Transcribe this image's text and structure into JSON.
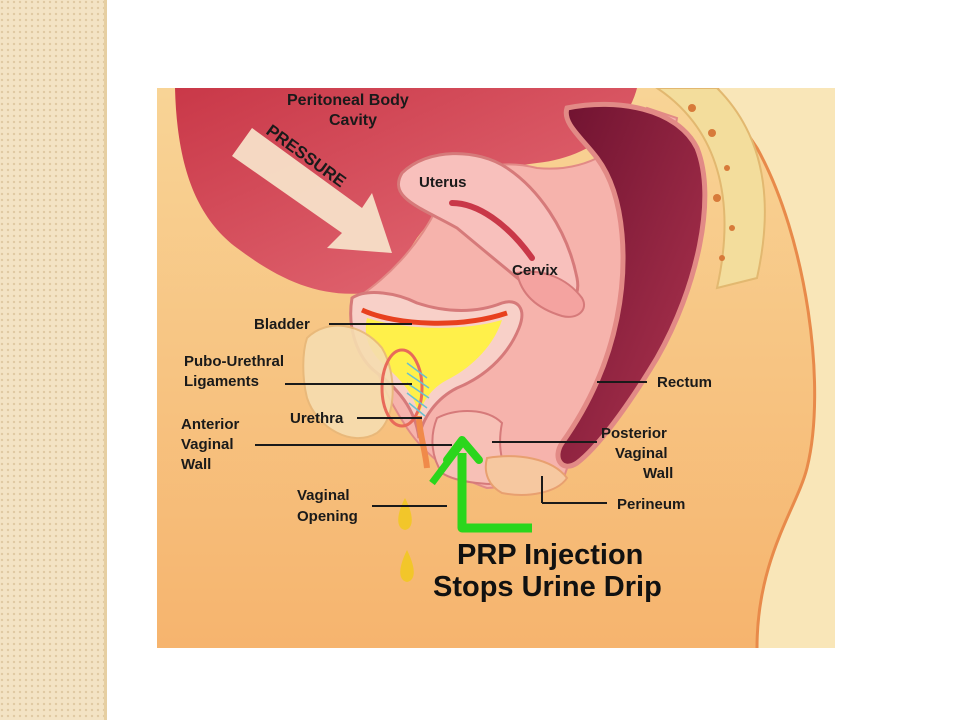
{
  "labels": {
    "peritoneal_line1": "Peritoneal Body",
    "peritoneal_line2": "Cavity",
    "pressure": "PRESSURE",
    "uterus": "Uterus",
    "cervix": "Cervix",
    "bladder": "Bladder",
    "pubo_line1": "Pubo-Urethral",
    "pubo_line2": "Ligaments",
    "rectum": "Rectum",
    "urethra": "Urethra",
    "anterior_line1": "Anterior",
    "anterior_line2": "Vaginal",
    "anterior_line3": "Wall",
    "posterior_line1": "Posterior",
    "posterior_line2": "Vaginal",
    "posterior_line3": "Wall",
    "vaginal_line1": "Vaginal",
    "vaginal_line2": "Opening",
    "perineum": "Perineum"
  },
  "caption": {
    "line1": "PRP Injection",
    "line2": "Stops Urine Drip"
  },
  "colors": {
    "skin": "#f7c98a",
    "body_outline": "#e88a4a",
    "cavity": "#d64a5a",
    "tissue": "#f4a3a0",
    "rectum": "#8a1e36",
    "bladder_fill": "#fff04a",
    "annotation_arrow": "#2bd61c",
    "side_strip": "#f3e3c4"
  }
}
